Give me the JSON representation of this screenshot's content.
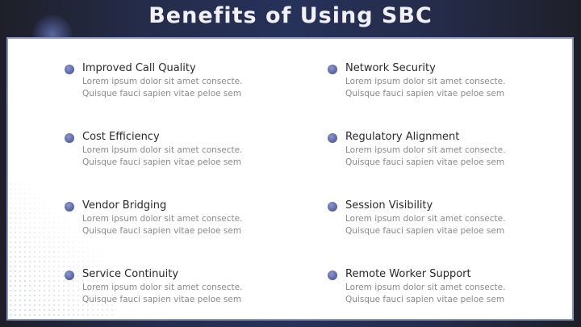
{
  "slide": {
    "title": "Benefits of Using SBC",
    "colors": {
      "background": "#27325a",
      "panel": "#ffffff",
      "border": "#8a95c8",
      "bullet": "#5f6bab"
    },
    "items": [
      {
        "title": "Improved Call Quality",
        "line1": "Lorem ipsum dolor sit amet consecte.",
        "line2": "Quisque fauci sapien vitae peloe sem"
      },
      {
        "title": "Network Security",
        "line1": "Lorem ipsum dolor sit amet consecte.",
        "line2": "Quisque fauci sapien vitae peloe sem"
      },
      {
        "title": "Cost Efficiency",
        "line1": "Lorem ipsum dolor sit amet consecte.",
        "line2": "Quisque fauci sapien vitae peloe sem"
      },
      {
        "title": "Regulatory Alignment",
        "line1": "Lorem ipsum dolor sit amet consecte.",
        "line2": "Quisque fauci sapien vitae peloe sem"
      },
      {
        "title": "Vendor Bridging",
        "line1": "Lorem ipsum dolor sit amet consecte.",
        "line2": "Quisque fauci sapien vitae peloe sem"
      },
      {
        "title": "Session Visibility",
        "line1": "Lorem ipsum dolor sit amet consecte.",
        "line2": "Quisque fauci sapien vitae peloe sem"
      },
      {
        "title": "Service Continuity",
        "line1": "Lorem ipsum dolor sit amet consecte.",
        "line2": "Quisque fauci sapien vitae peloe sem"
      },
      {
        "title": "Remote Worker Support",
        "line1": "Lorem ipsum dolor sit amet consecte.",
        "line2": "Quisque fauci sapien vitae peloe sem"
      }
    ]
  }
}
